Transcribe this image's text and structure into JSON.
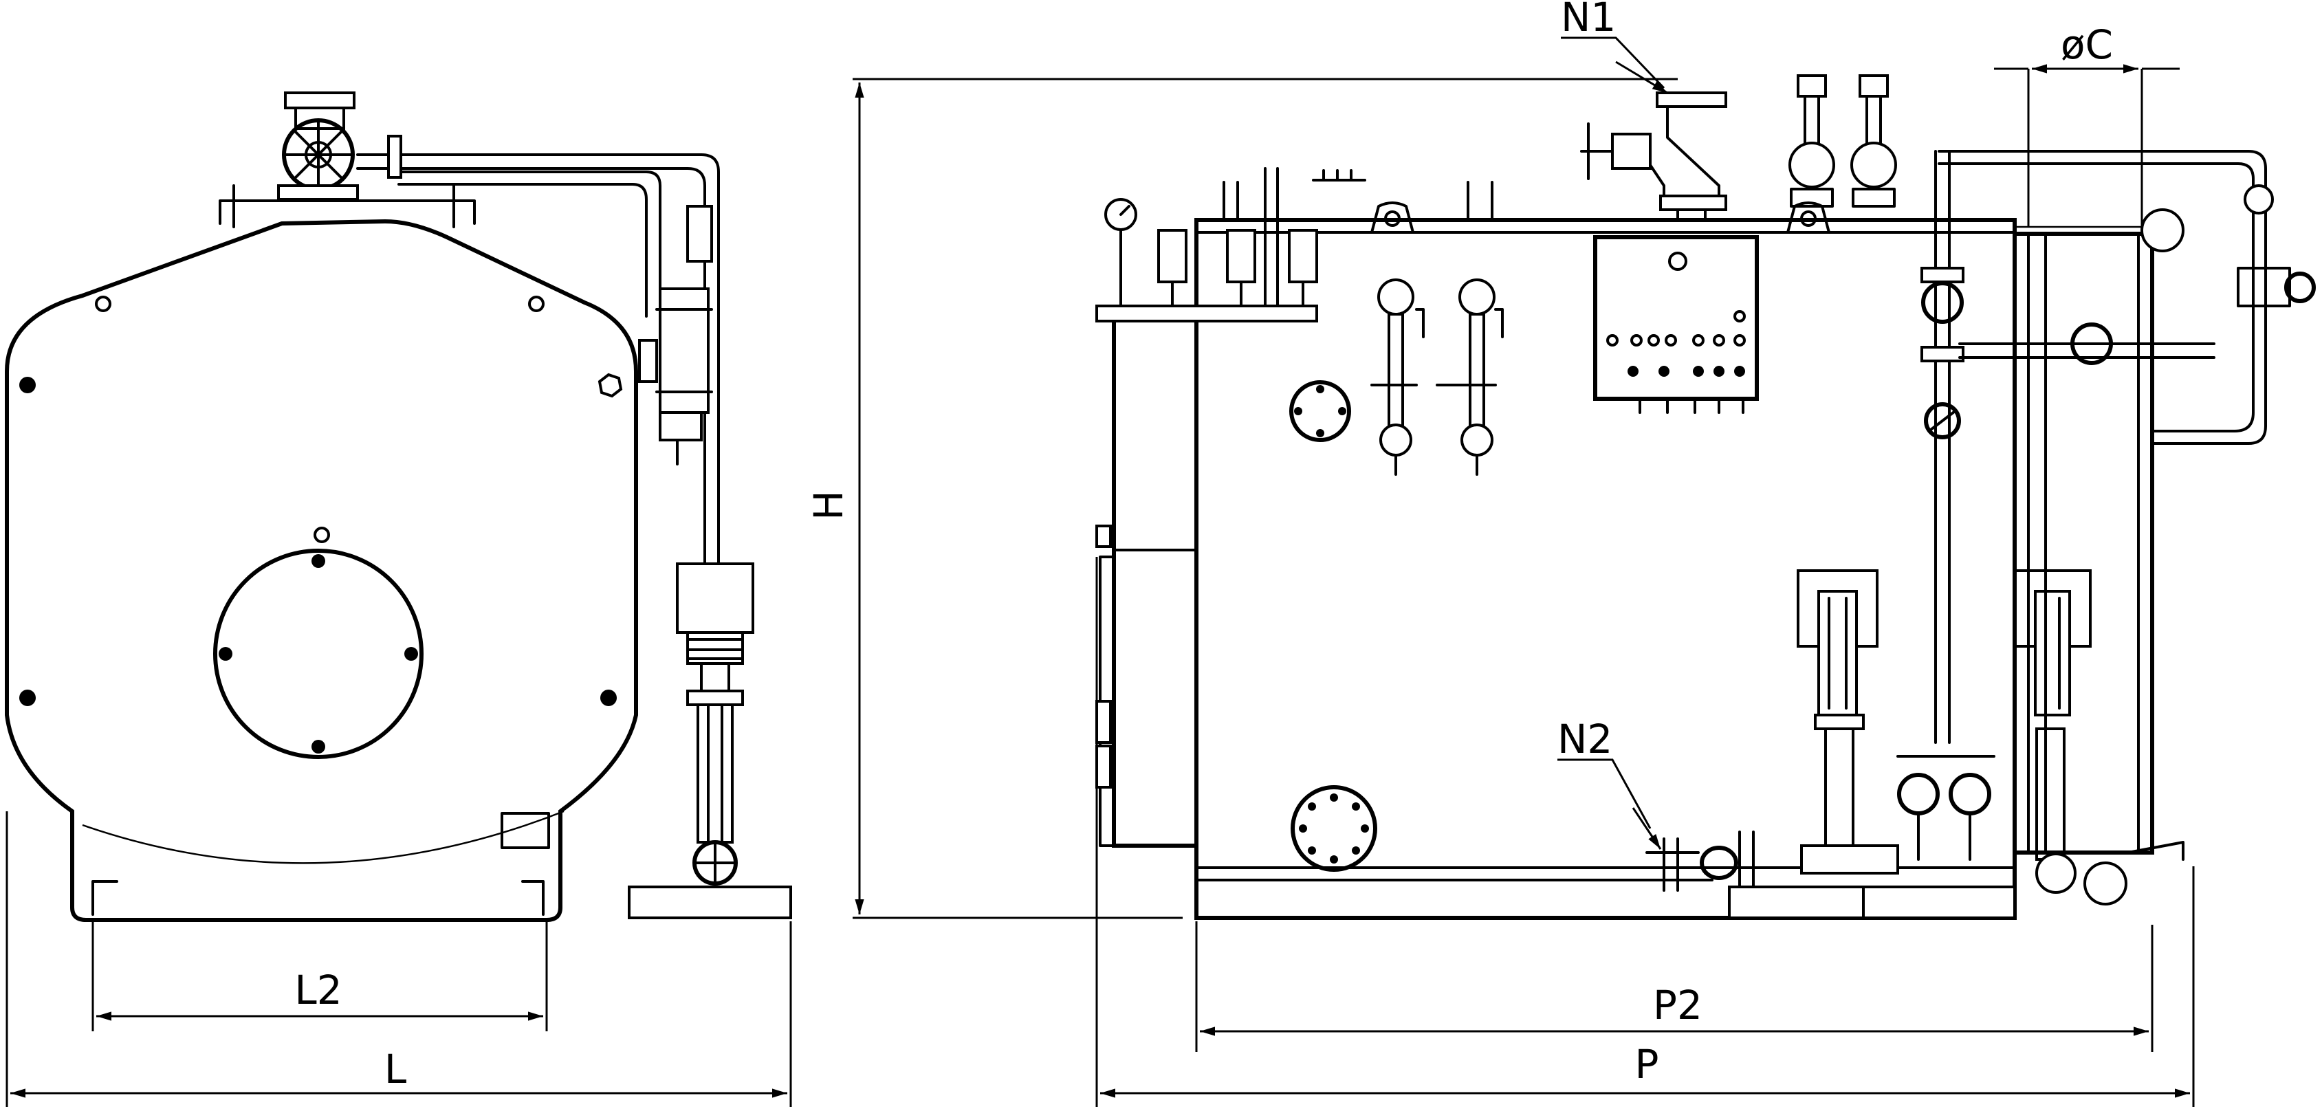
{
  "labels": {
    "N1": "N1",
    "N2": "N2",
    "C": "øC",
    "H": "H",
    "L": "L",
    "L2": "L2",
    "P": "P",
    "P2": "P2"
  }
}
